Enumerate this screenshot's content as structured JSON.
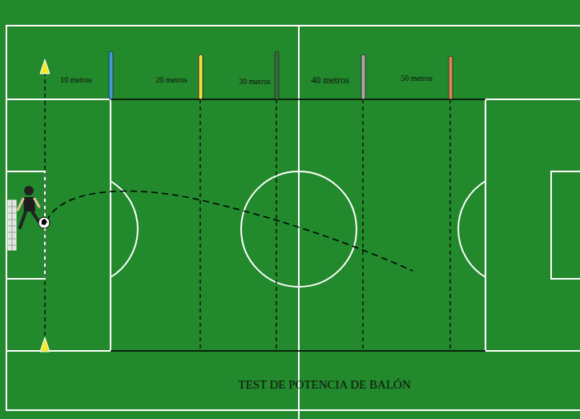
{
  "diagram": {
    "caption": "TEST DE POTENCIA DE BALÓN",
    "labels": [
      "10 metros",
      "20 metros",
      "30 metros",
      "40 metros",
      "50 metros"
    ]
  }
}
